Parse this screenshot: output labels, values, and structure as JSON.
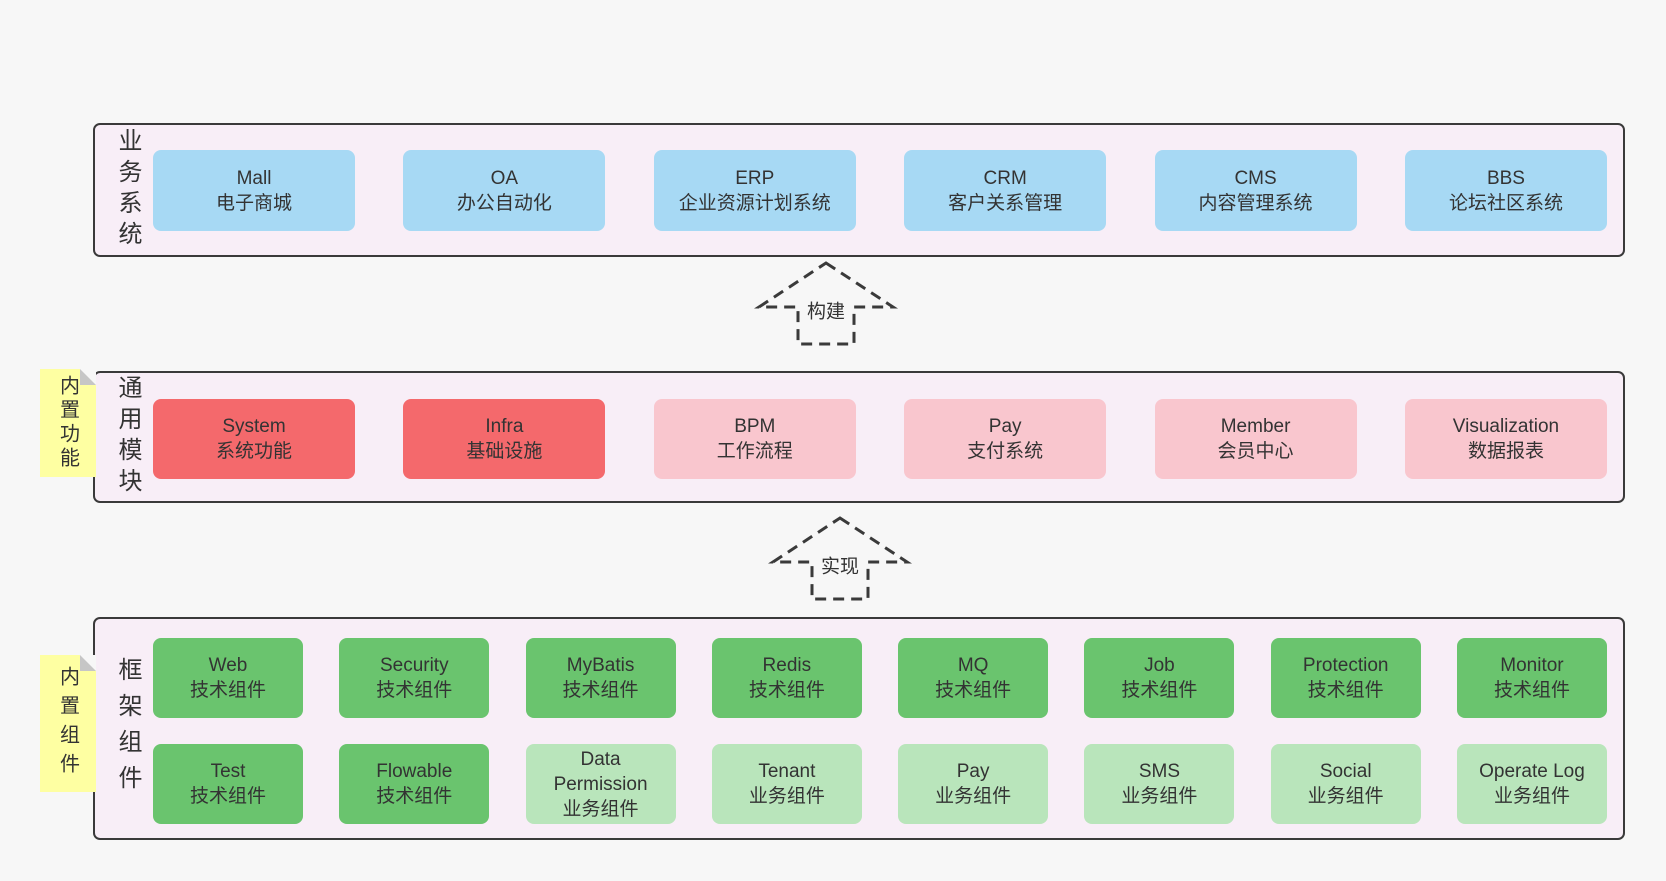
{
  "colors": {
    "canvas": "#f7f7f7",
    "band_bg": "#f8eef7",
    "band_border": "#3a3a3a",
    "blue": "#a7d9f4",
    "red": "#f4696c",
    "pink": "#f9c6ce",
    "green": "#6ac46e",
    "lightgreen": "#b9e5bb",
    "sticky_yellow": "#feffa2",
    "fold_gray": "#c6c6c6",
    "text": "#333333"
  },
  "bands": [
    {
      "label": "业务系统",
      "sticky": null,
      "rows": [
        [
          {
            "name": "Mall",
            "subtitle": "电子商城",
            "type": "blue"
          },
          {
            "name": "OA",
            "subtitle": "办公自动化",
            "type": "blue"
          },
          {
            "name": "ERP",
            "subtitle": "企业资源计划系统",
            "type": "blue"
          },
          {
            "name": "CRM",
            "subtitle": "客户关系管理",
            "type": "blue"
          },
          {
            "name": "CMS",
            "subtitle": "内容管理系统",
            "type": "blue"
          },
          {
            "name": "BBS",
            "subtitle": "论坛社区系统",
            "type": "blue"
          }
        ]
      ]
    },
    {
      "label": "通用模块",
      "sticky": "内置功能",
      "rows": [
        [
          {
            "name": "System",
            "subtitle": "系统功能",
            "type": "red"
          },
          {
            "name": "Infra",
            "subtitle": "基础设施",
            "type": "red"
          },
          {
            "name": "BPM",
            "subtitle": "工作流程",
            "type": "pink"
          },
          {
            "name": "Pay",
            "subtitle": "支付系统",
            "type": "pink"
          },
          {
            "name": "Member",
            "subtitle": "会员中心",
            "type": "pink"
          },
          {
            "name": "Visualization",
            "subtitle": "数据报表",
            "type": "pink"
          }
        ]
      ]
    },
    {
      "label": "框架组件",
      "sticky": "内置组件",
      "rows": [
        [
          {
            "name": "Web",
            "subtitle": "技术组件",
            "type": "green"
          },
          {
            "name": "Security",
            "subtitle": "技术组件",
            "type": "green"
          },
          {
            "name": "MyBatis",
            "subtitle": "技术组件",
            "type": "green"
          },
          {
            "name": "Redis",
            "subtitle": "技术组件",
            "type": "green"
          },
          {
            "name": "MQ",
            "subtitle": "技术组件",
            "type": "green"
          },
          {
            "name": "Job",
            "subtitle": "技术组件",
            "type": "green"
          },
          {
            "name": "Protection",
            "subtitle": "技术组件",
            "type": "green"
          },
          {
            "name": "Monitor",
            "subtitle": "技术组件",
            "type": "green"
          }
        ],
        [
          {
            "name": "Test",
            "subtitle": "技术组件",
            "type": "green"
          },
          {
            "name": "Flowable",
            "subtitle": "技术组件",
            "type": "green"
          },
          {
            "name": "Data Permission",
            "subtitle": "业务组件",
            "type": "lightgreen"
          },
          {
            "name": "Tenant",
            "subtitle": "业务组件",
            "type": "lightgreen"
          },
          {
            "name": "Pay",
            "subtitle": "业务组件",
            "type": "lightgreen"
          },
          {
            "name": "SMS",
            "subtitle": "业务组件",
            "type": "lightgreen"
          },
          {
            "name": "Social",
            "subtitle": "业务组件",
            "type": "lightgreen"
          },
          {
            "name": "Operate Log",
            "subtitle": "业务组件",
            "type": "lightgreen"
          }
        ]
      ]
    }
  ],
  "arrows": [
    {
      "label": "构建"
    },
    {
      "label": "实现"
    }
  ]
}
